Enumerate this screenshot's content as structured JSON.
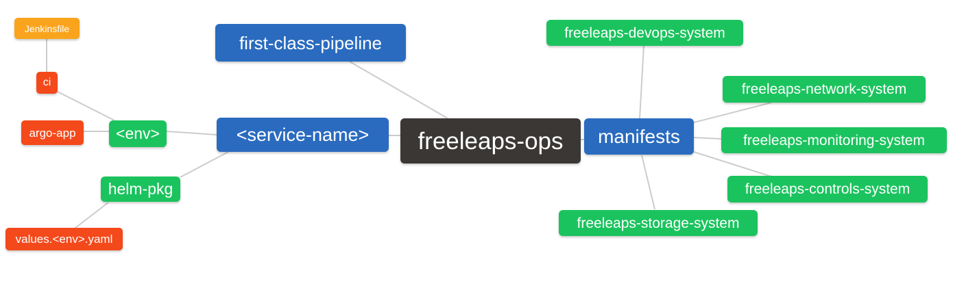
{
  "diagram_title": "freeleaps-ops mind map",
  "colors": {
    "background": "#ffffff",
    "root_bg": "#3B3735",
    "branch_bg": "#2A6BBF",
    "green_bg": "#1BC35E",
    "red_bg": "#F4491B",
    "orange_bg": "#F9A41C",
    "edge": "#cccccc",
    "node_text": "#ffffff"
  },
  "nodes": {
    "root": {
      "label": "freeleaps-ops",
      "color": "dark"
    },
    "first_class_pipeline": {
      "label": "first-class-pipeline",
      "color": "blue"
    },
    "service_name": {
      "label": "<service-name>",
      "color": "blue"
    },
    "manifests": {
      "label": "manifests",
      "color": "blue"
    },
    "env": {
      "label": "<env>",
      "color": "green"
    },
    "helm_pkg": {
      "label": "helm-pkg",
      "color": "green"
    },
    "ci": {
      "label": "ci",
      "color": "red"
    },
    "argo_app": {
      "label": "argo-app",
      "color": "red"
    },
    "values_env_yaml": {
      "label": "values.<env>.yaml",
      "color": "red"
    },
    "jenkinsfile": {
      "label": "Jenkinsfile",
      "color": "orange"
    },
    "devops_system": {
      "label": "freeleaps-devops-system",
      "color": "green"
    },
    "network_system": {
      "label": "freeleaps-network-system",
      "color": "green"
    },
    "monitoring_system": {
      "label": "freeleaps-monitoring-system",
      "color": "green"
    },
    "controls_system": {
      "label": "freeleaps-controls-system",
      "color": "green"
    },
    "storage_system": {
      "label": "freeleaps-storage-system",
      "color": "green"
    }
  },
  "edges": [
    {
      "parent": "ci",
      "child": "jenkinsfile"
    },
    {
      "parent": "env",
      "child": "ci"
    },
    {
      "parent": "env",
      "child": "argo_app"
    },
    {
      "parent": "service_name",
      "child": "env"
    },
    {
      "parent": "service_name",
      "child": "helm_pkg"
    },
    {
      "parent": "helm_pkg",
      "child": "values_env_yaml"
    },
    {
      "parent": "root",
      "child": "first_class_pipeline"
    },
    {
      "parent": "root",
      "child": "service_name"
    },
    {
      "parent": "root",
      "child": "manifests"
    },
    {
      "parent": "manifests",
      "child": "devops_system"
    },
    {
      "parent": "manifests",
      "child": "network_system"
    },
    {
      "parent": "manifests",
      "child": "monitoring_system"
    },
    {
      "parent": "manifests",
      "child": "controls_system"
    },
    {
      "parent": "manifests",
      "child": "storage_system"
    }
  ]
}
